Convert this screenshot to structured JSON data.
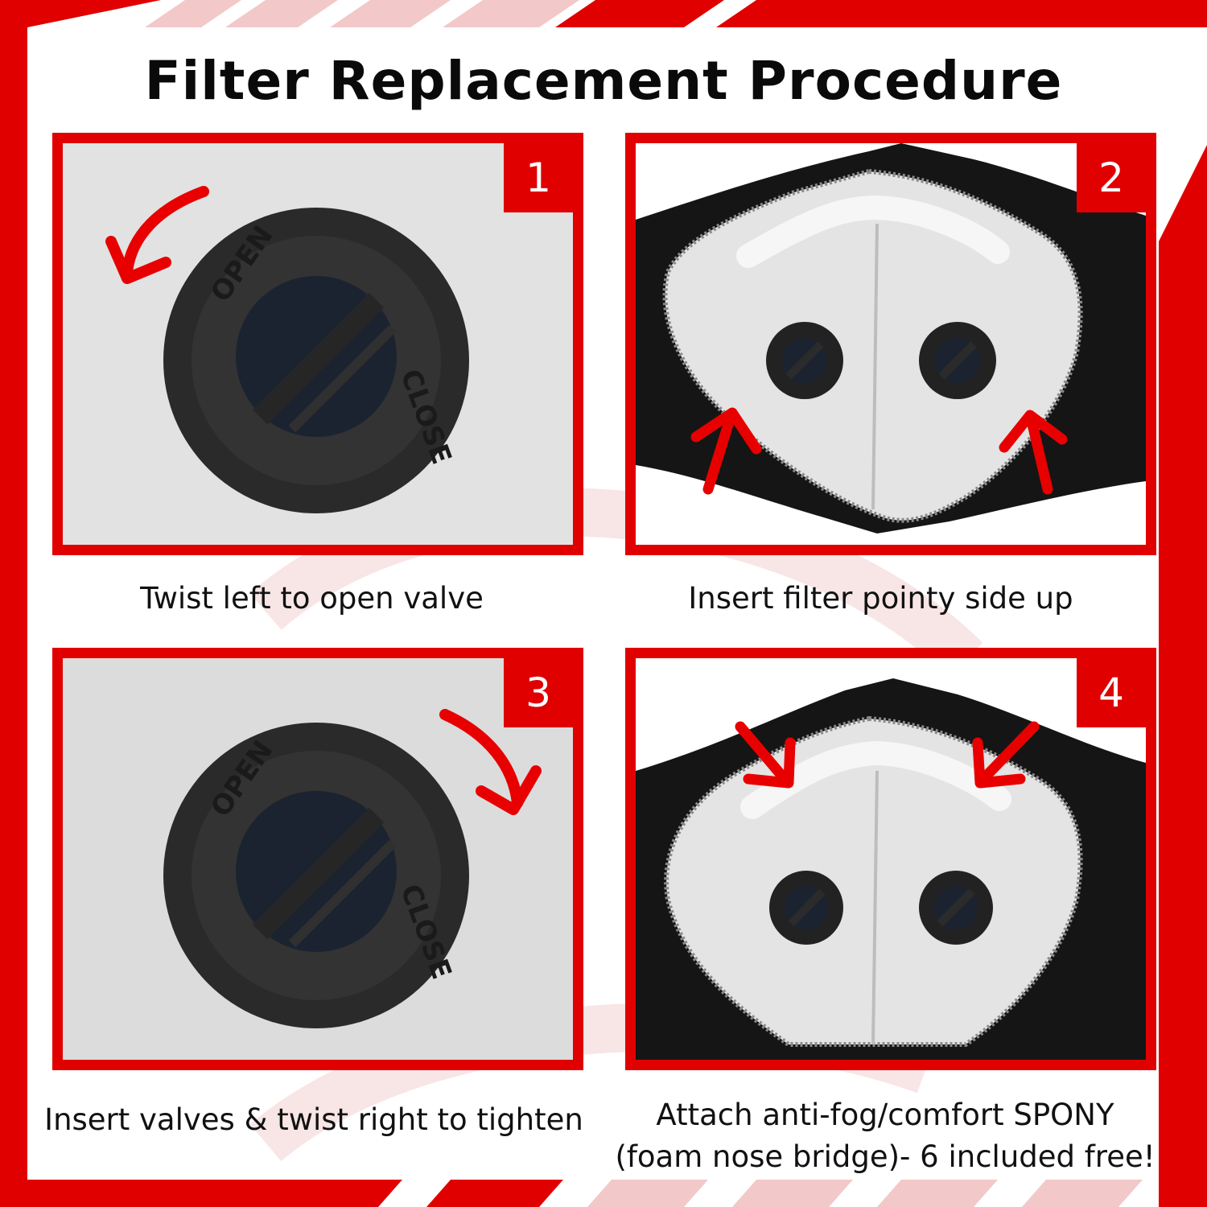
{
  "page": {
    "title": "Filter Replacement Procedure"
  },
  "steps": [
    {
      "number": "1",
      "caption": "Twist left to open valve"
    },
    {
      "number": "2",
      "caption": "Insert filter pointy side up"
    },
    {
      "number": "3",
      "caption": "Insert valves & twist right to tighten"
    },
    {
      "number": "4",
      "caption_line1": "Attach anti-fog/comfort SPONY",
      "caption_line2": "(foam nose bridge)- 6 included free!"
    }
  ],
  "valve_text": {
    "open": "OPEN",
    "close": "CLOSE"
  },
  "colors": {
    "accent": "#e00000",
    "mask": "#151515",
    "filter": "#e6e6e6",
    "text": "#111111"
  }
}
